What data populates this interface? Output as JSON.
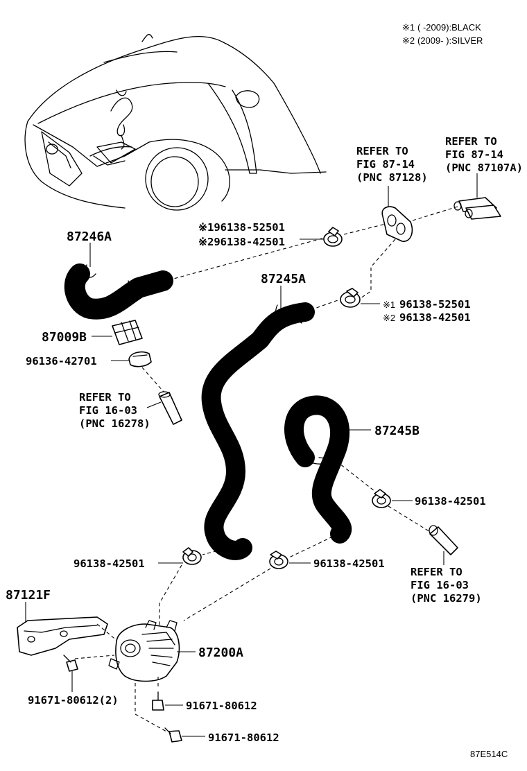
{
  "notes": {
    "note1_mark": "※1",
    "note1_text": "(      -2009):BLACK",
    "note2_mark": "※2",
    "note2_text": "(2009-      ):SILVER"
  },
  "labels": {
    "hose_87246a": "87246A",
    "grommet_87009b": "87009B",
    "clip_96136_42701": "96136-42701",
    "refer_a_1": "REFER TO",
    "refer_a_2": "FIG 16-03",
    "refer_a_3": "(PNC 16278)",
    "refer_b_1": "REFER TO",
    "refer_b_2": "FIG 87-14",
    "refer_b_3": "(PNC 87128)",
    "refer_c_1": "REFER TO",
    "refer_c_2": "FIG 87-14",
    "refer_c_3": "(PNC 87107A)",
    "clamp_top_left_1": "※196138-52501",
    "clamp_top_left_2": "※296138-42501",
    "hose_87245a": "87245A",
    "clamp_mid_right_1_mark": "※1",
    "clamp_mid_right_1": "96138-52501",
    "clamp_mid_right_2_mark": "※2",
    "clamp_mid_right_2": "96138-42501",
    "hose_87245b": "87245B",
    "clamp_right": "96138-42501",
    "refer_d_1": "REFER TO",
    "refer_d_2": "FIG 16-03",
    "refer_d_3": "(PNC 16279)",
    "clamp_bottom_left": "96138-42501",
    "clamp_bottom_mid": "96138-42501",
    "bracket_87121f": "87121F",
    "pump_87200a": "87200A",
    "bolt_left": "91671-80612(2)",
    "bolt_mid": "91671-80612",
    "bolt_bottom": "91671-80612",
    "diagram_code": "87E514C"
  }
}
